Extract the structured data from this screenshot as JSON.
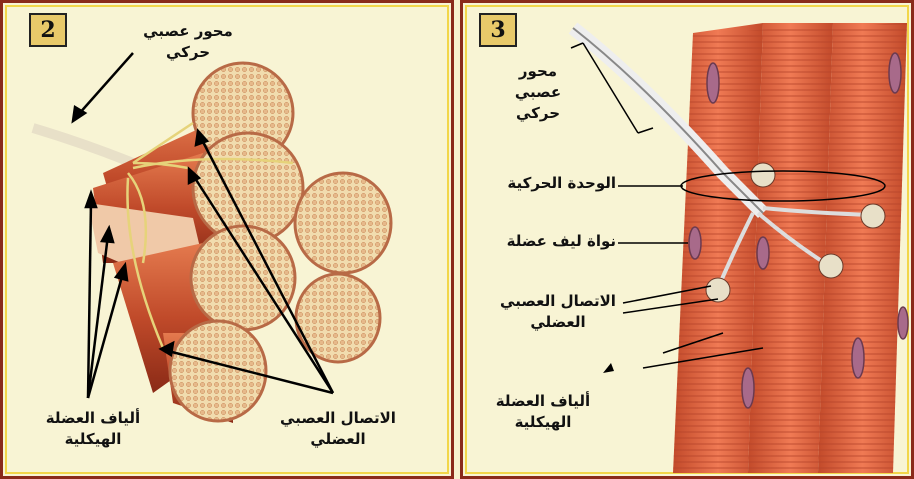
{
  "panel_left": {
    "number": "2",
    "labels": {
      "motor_axon_line1": "محور عصبي",
      "motor_axon_line2": "حركي",
      "nmj_line1": "الاتصال العصبي",
      "nmj_line2": "العضلي",
      "fibers_line1": "ألياف العضلة",
      "fibers_line2": "الهيكلية"
    }
  },
  "panel_right": {
    "number": "3",
    "labels": {
      "axon_line1": "محور",
      "axon_line2": "عصبي",
      "axon_line3": "حركي",
      "motor_unit": "الوحدة الحركية",
      "nucleus": "نواة ليف عضلة",
      "nmj_line1": "الاتصال العصبي",
      "nmj_line2": "العضلي",
      "fibers_line1": "ألياف العضلة",
      "fibers_line2": "الهيكلية"
    }
  },
  "colors": {
    "border": "#8a2a1a",
    "inner_border": "#f2d64a",
    "background": "#f8f4d4",
    "muscle": "#d9603c",
    "fascicle_fill": "#f1dcae",
    "nerve": "#e6d37a"
  }
}
